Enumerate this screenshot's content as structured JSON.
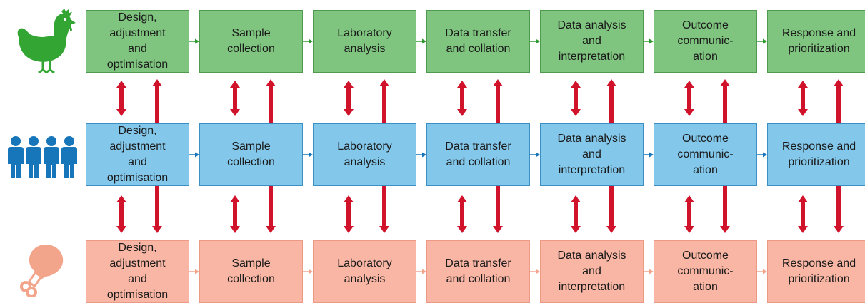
{
  "colors": {
    "chicken": "#33a532",
    "people": "#1775b9",
    "drumstick": "#f3a58c",
    "red_arrow": "#d0122a",
    "green_fill": "#7fc47f",
    "blue_fill": "#83c7ea",
    "salmon_fill": "#f9b6a4"
  },
  "icons": [
    "chicken-icon",
    "people-icon",
    "drumstick-icon"
  ],
  "rows": [
    {
      "name": "chicken-row",
      "steps": [
        "Design,\nadjustment\nand\noptimisation",
        "Sample\ncollection",
        "Laboratory\nanalysis",
        "Data transfer\nand collation",
        "Data analysis\nand\ninterpretation",
        "Outcome\ncommunic-\nation",
        "Response and\nprioritization"
      ]
    },
    {
      "name": "people-row",
      "steps": [
        "Design,\nadjustment\nand\noptimisation",
        "Sample\ncollection",
        "Laboratory\nanalysis",
        "Data transfer\nand collation",
        "Data analysis\nand\ninterpretation",
        "Outcome\ncommunic-\nation",
        "Response and\nprioritization"
      ]
    },
    {
      "name": "drumstick-row",
      "steps": [
        "Design,\nadjustment\nand\noptimisation",
        "Sample\ncollection",
        "Laboratory\nanalysis",
        "Data transfer\nand collation",
        "Data analysis\nand\ninterpretation",
        "Outcome\ncommunic-\nation",
        "Response and\nprioritization"
      ]
    }
  ]
}
